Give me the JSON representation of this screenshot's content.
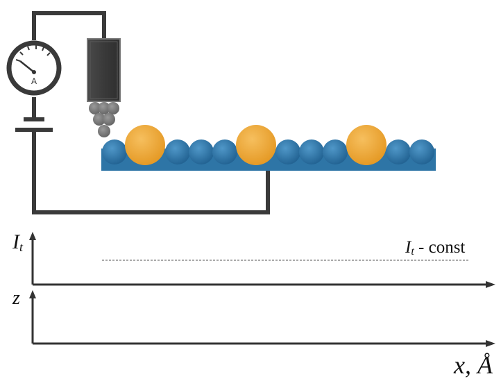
{
  "diagram": {
    "ammeter": {
      "label": "A"
    },
    "axes": {
      "current": {
        "symbol": "I",
        "subscript": "t"
      },
      "height": {
        "label": "z"
      },
      "x": {
        "label": "x, Å"
      }
    },
    "annotation": {
      "symbol": "I",
      "subscript": "t",
      "text": " - const"
    }
  },
  "colors": {
    "wire": "#3a3a3a",
    "substrate_atom": "#2e75a6",
    "adsorbate_atom": "#f0a93a",
    "tip": "#3c3c3c",
    "tip_atoms": "#7d7d7d",
    "axis": "#333333"
  }
}
